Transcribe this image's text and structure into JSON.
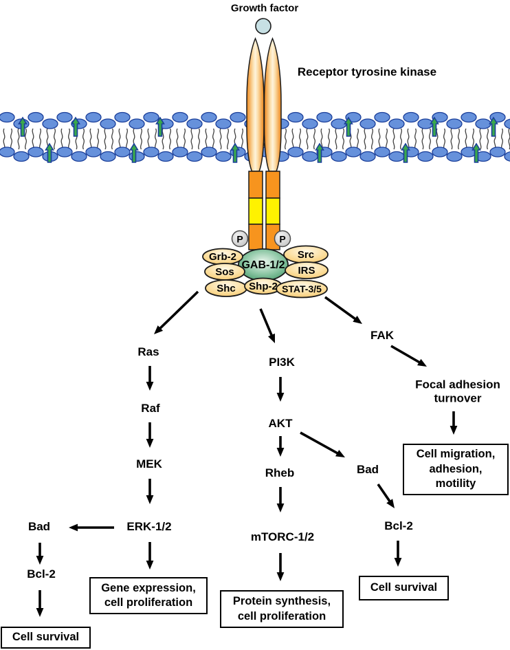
{
  "labels": {
    "growth_factor": "Growth factor",
    "receptor_tyrosine_kinase": "Receptor tyrosine kinase"
  },
  "complex": {
    "p_label": "P",
    "adapters": {
      "grb2": "Grb-2",
      "sos": "Sos",
      "shc": "Shc",
      "gab": "GAB-1/2",
      "shp2": "Shp-2",
      "src": "Src",
      "irs": "IRS",
      "stat": "STAT-3/5"
    }
  },
  "nodes": {
    "ras": "Ras",
    "raf": "Raf",
    "mek": "MEK",
    "erk": "ERK-1/2",
    "bad_left": "Bad",
    "bcl2_left": "Bcl-2",
    "pi3k": "PI3K",
    "akt": "AKT",
    "rheb": "Rheb",
    "mtorc": "mTORC-1/2",
    "bad_right": "Bad",
    "bcl2_right": "Bcl-2",
    "fak": "FAK",
    "focal": [
      "Focal adhesion",
      "turnover"
    ]
  },
  "boxes": {
    "gene_expression": [
      "Gene expression,",
      "cell proliferation"
    ],
    "protein_synthesis": [
      "Protein synthesis,",
      "cell proliferation"
    ],
    "migration": [
      "Cell migration,",
      "adhesion,",
      "motility"
    ],
    "survival_left": "Cell survival",
    "survival_right": "Cell survival"
  },
  "colors": {
    "membrane_head": "#6691DB",
    "membrane_outline": "#1A3E99",
    "membrane_protein_green": "#3AA84C",
    "lipid_tail": "#3F3F3F",
    "receptor_orange": "#F7941E",
    "segment_yellow": "#FFF200",
    "arrow_black": "#000000",
    "growth_factor_fill": "#C7E0E4"
  }
}
